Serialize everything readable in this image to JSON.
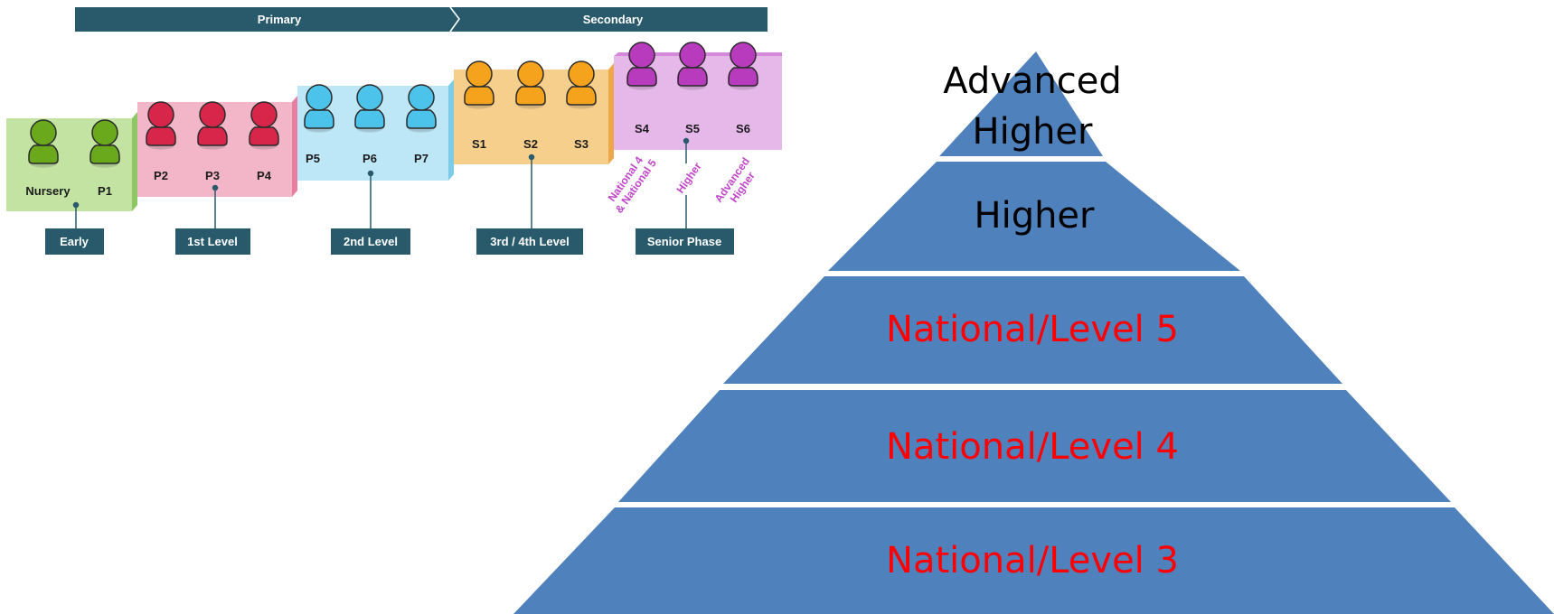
{
  "header": {
    "primary": "Primary",
    "secondary": "Secondary"
  },
  "stages": {
    "nursery": "Nursery",
    "p1": "P1",
    "p2": "P2",
    "p3": "P3",
    "p4": "P4",
    "p5": "P5",
    "p6": "P6",
    "p7": "P7",
    "s1": "S1",
    "s2": "S2",
    "s3": "S3",
    "s4": "S4",
    "s5": "S5",
    "s6": "S6"
  },
  "levels": {
    "early": "Early",
    "first": "1st Level",
    "second": "2nd Level",
    "third_fourth": "3rd / 4th Level",
    "senior": "Senior Phase"
  },
  "senior_quals": {
    "nat_a": "National 4",
    "nat_b": "& National 5",
    "higher": "Higher",
    "adv_a": "Advanced",
    "adv_b": "Higher"
  },
  "pyramid": {
    "tier1_a": "Advanced",
    "tier1_b": "Higher",
    "tier2": "Higher",
    "tier3": "National/Level 5",
    "tier4": "National/Level 4",
    "tier5": "National/Level 3"
  },
  "colors": {
    "dark_teal": "#285a6c",
    "green": "#6aa91c",
    "red": "#d8264a",
    "blue": "#4cc3ea",
    "orange": "#f5a21c",
    "purple": "#b83bbd",
    "pyramid_blue": "#4f81bd",
    "red_text": "#ff0000"
  }
}
